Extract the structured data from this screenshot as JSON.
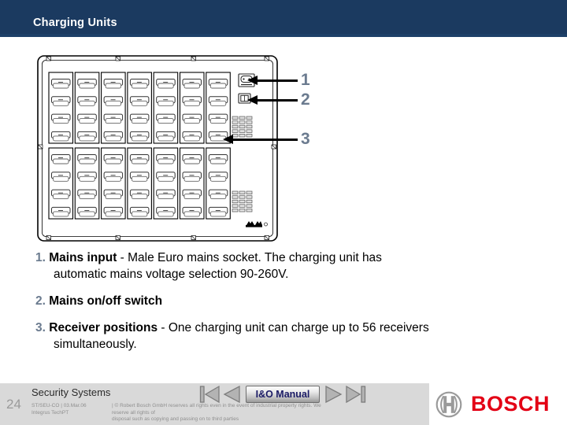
{
  "header": {
    "title": "Charging Units"
  },
  "diagram": {
    "description": "charging unit panel with 56 receiver positions",
    "callouts": [
      {
        "label": "1"
      },
      {
        "label": "2"
      },
      {
        "label": "3"
      }
    ]
  },
  "list": {
    "items": [
      {
        "number": "1.",
        "title": "Mains input",
        "rest": " - Male Euro mains socket. The charging unit has",
        "rest2": "automatic mains voltage selection 90-260V."
      },
      {
        "number": "2.",
        "title": "Mains on/off switch",
        "rest": "",
        "rest2": ""
      },
      {
        "number": "3.",
        "title": "Receiver positions",
        "rest": " - One charging unit can charge up to 56 receivers",
        "rest2": "simultaneously."
      }
    ]
  },
  "footer": {
    "page_number": "24",
    "brand": "Security Systems",
    "manual_button": "I&O Manual",
    "doc_ref": "ST/SEU-CO | 03.Mar.06",
    "doc_name": "Integrus TechPT",
    "copyright_line1": "| © Robert Bosch GmbH reserves all rights even in the event of industrial property rights. We reserve all rights of",
    "copyright_line2": "disposal such as copying and passing on to third parties",
    "logo_text": "BOSCH"
  },
  "colors": {
    "header_bg": "#1b3a60",
    "callout_number": "#6b7b8f",
    "footer_bg": "#d9d9d9",
    "bosch_red": "#e30015",
    "logo_gray": "#9a9a9a"
  }
}
